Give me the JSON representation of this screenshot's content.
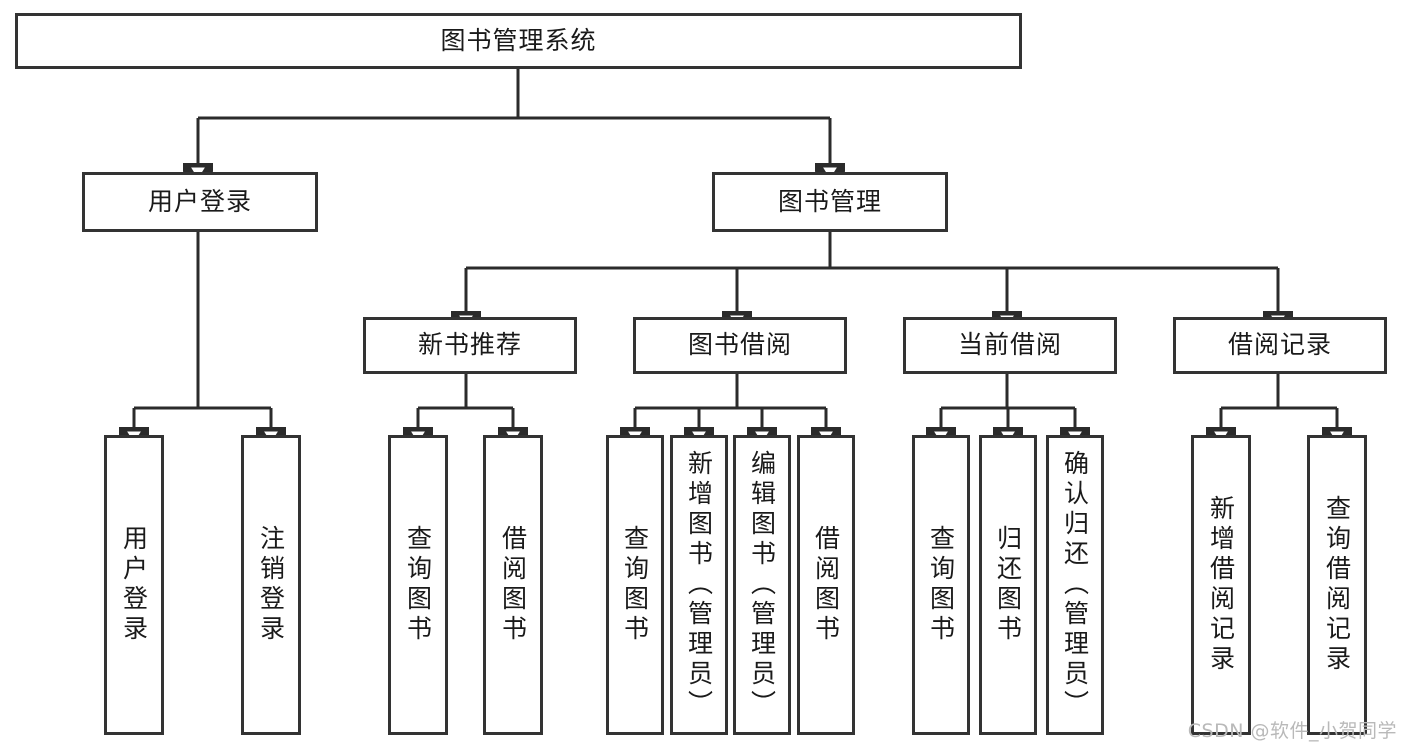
{
  "diagram": {
    "type": "tree-hierarchy-functional-decomposition",
    "title": "图书管理系统",
    "levels": 4,
    "orientation": "top-down",
    "box_fill": "#ffffff",
    "box_stroke": "#333333",
    "connector_color": "#2b2b2b",
    "nodes": {
      "root": {
        "label": "图书管理系统"
      },
      "level2": [
        {
          "label": "用户登录"
        },
        {
          "label": "图书管理"
        }
      ],
      "level3": [
        {
          "label": "新书推荐"
        },
        {
          "label": "图书借阅"
        },
        {
          "label": "当前借阅"
        },
        {
          "label": "借阅记录"
        }
      ],
      "leaves_user_login": [
        {
          "label": "用户登录"
        },
        {
          "label": "注销登录"
        }
      ],
      "leaves_new_book": [
        {
          "label": "查询图书"
        },
        {
          "label": "借阅图书"
        }
      ],
      "leaves_borrow": [
        {
          "label": "查询图书"
        },
        {
          "label": "新增图书（管理员）"
        },
        {
          "label": "编辑图书（管理员）"
        },
        {
          "label": "借阅图书"
        }
      ],
      "leaves_current": [
        {
          "label": "查询图书"
        },
        {
          "label": "归还图书"
        },
        {
          "label": "确认归还（管理员）"
        }
      ],
      "leaves_records": [
        {
          "label": "新增借阅记录"
        },
        {
          "label": "查询借阅记录"
        }
      ]
    },
    "watermark": "CSDN @软件_小贺同学"
  }
}
